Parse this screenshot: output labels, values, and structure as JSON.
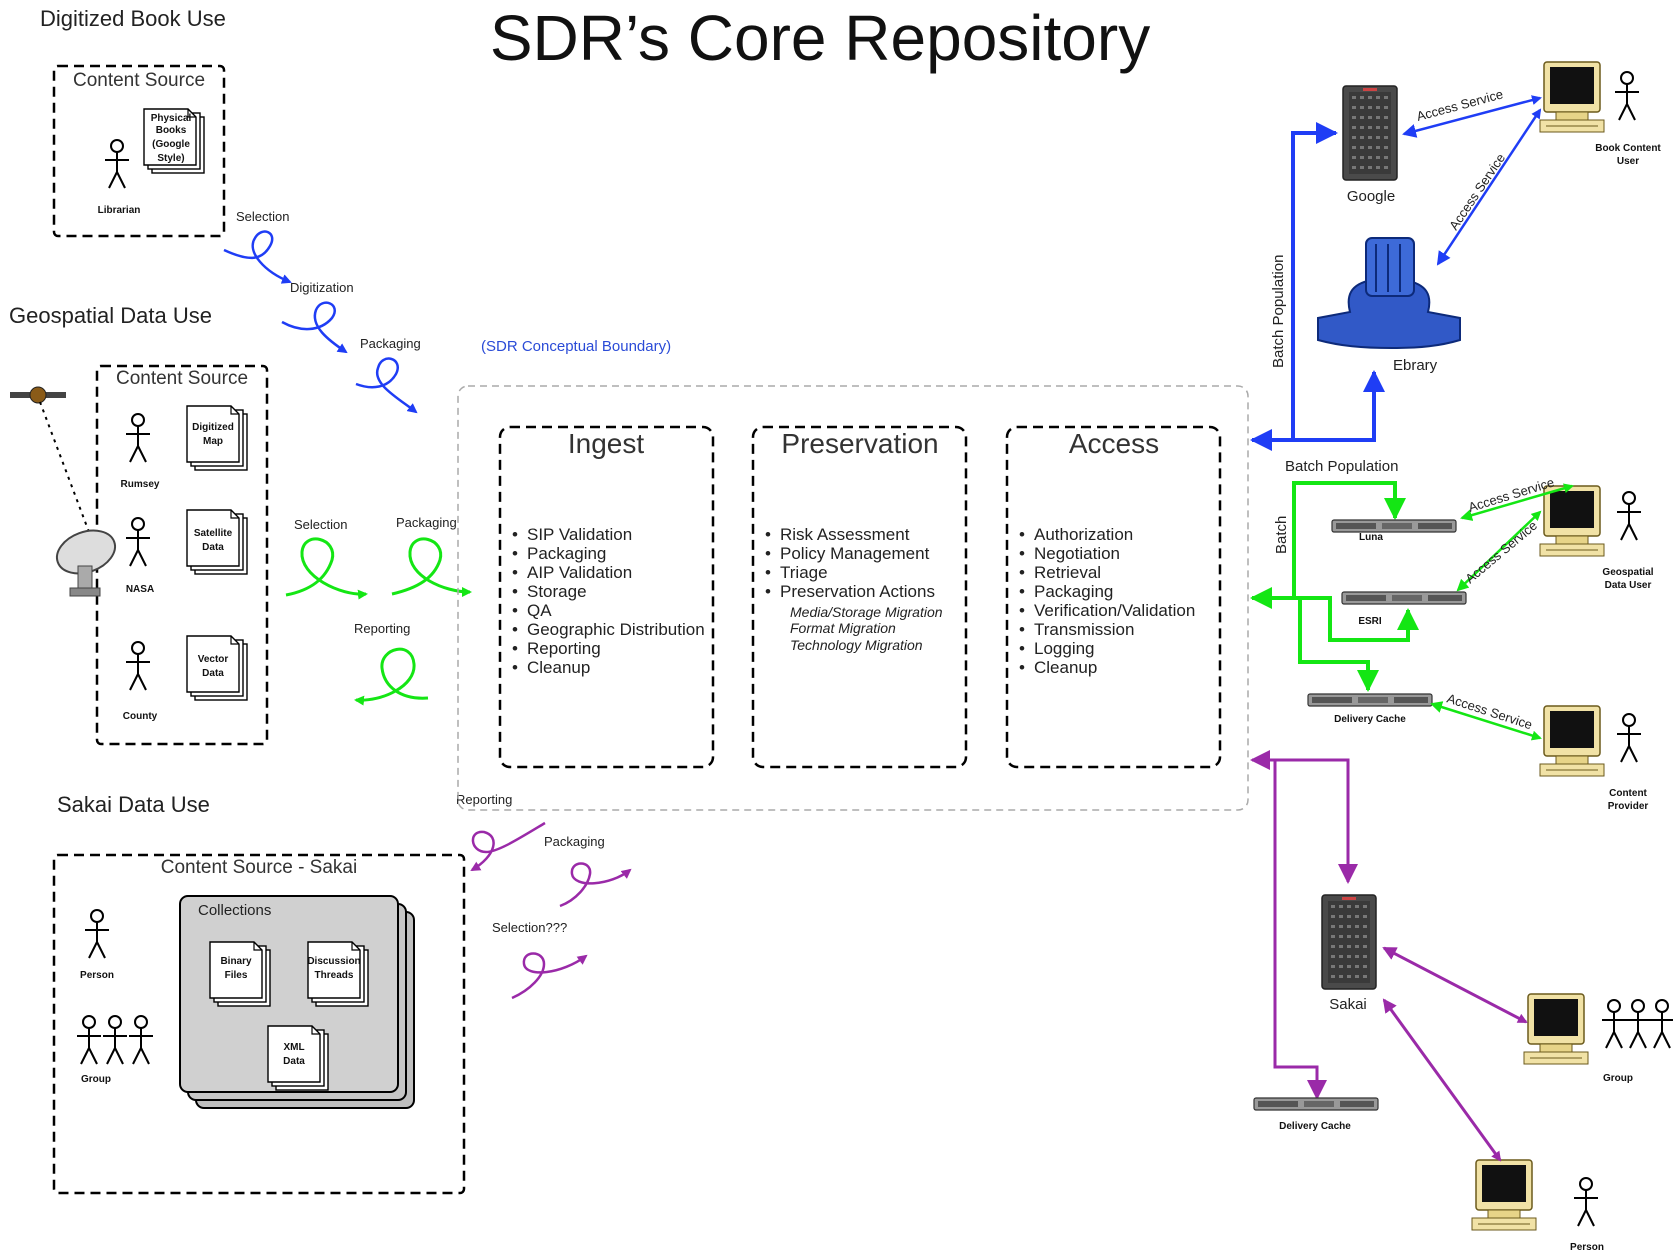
{
  "title": "SDR’s Core Repository",
  "boundary_label": "(SDR Conceptual Boundary)",
  "sections": {
    "book": {
      "heading": "Digitized Book Use",
      "content_source": "Content Source",
      "actor": "Librarian",
      "doc": [
        "Physical",
        "Books",
        "(Google",
        "Style)"
      ],
      "flows": [
        "Selection",
        "Digitization",
        "Packaging"
      ]
    },
    "geo": {
      "heading": "Geospatial Data Use",
      "content_source": "Content Source",
      "actors": [
        "Rumsey",
        "NASA",
        "County"
      ],
      "docs": [
        [
          "Digitized",
          "Map"
        ],
        [
          "Satellite",
          "Data"
        ],
        [
          "Vector",
          "Data"
        ]
      ],
      "flows": [
        "Selection",
        "Packaging",
        "Reporting"
      ]
    },
    "sakai": {
      "heading": "Sakai Data Use",
      "content_source": "Content Source - Sakai",
      "collections": "Collections",
      "docs": [
        [
          "Binary",
          "Files"
        ],
        [
          "Discussion",
          "Threads"
        ],
        [
          "XML",
          "Data"
        ]
      ],
      "actors": [
        "Person",
        "Group"
      ],
      "flows": [
        "Reporting",
        "Packaging",
        "Selection???"
      ]
    }
  },
  "core": {
    "ingest": {
      "title": "Ingest",
      "items": [
        "SIP Validation",
        "Packaging",
        "AIP Validation",
        "Storage",
        "QA",
        "Geographic Distribution",
        "Reporting",
        "Cleanup"
      ]
    },
    "preservation": {
      "title": "Preservation",
      "items": [
        "Risk Assessment",
        "Policy Management",
        "Triage",
        "Preservation Actions"
      ],
      "subitems": [
        "Media/Storage Migration",
        "Format Migration",
        "Technology Migration"
      ]
    },
    "access": {
      "title": "Access",
      "items": [
        "Authorization",
        "Negotiation",
        "Retrieval",
        "Packaging",
        "Verification/Validation",
        "Transmission",
        "Logging",
        "Cleanup"
      ]
    }
  },
  "right": {
    "google": "Google",
    "ebrary": "Ebrary",
    "batch_population_vertical": "Batch Population",
    "batch_population": "Batch Population",
    "batch": "Batch",
    "luna": "Luna",
    "esri": "ESRI",
    "delivery_cache": "Delivery Cache",
    "delivery_cache_2": "Delivery Cache",
    "sakai": "Sakai",
    "access_service": "Access Service",
    "users": {
      "book": [
        "Book Content",
        "User"
      ],
      "geo": [
        "Geospatial",
        "Data User"
      ],
      "provider": [
        "Content",
        "Provider"
      ],
      "group": "Group",
      "person": "Person"
    }
  },
  "colors": {
    "blue": "#1f3df5",
    "green": "#14e614",
    "purple": "#9a2aa8",
    "boundary": "#2a4bd7"
  }
}
